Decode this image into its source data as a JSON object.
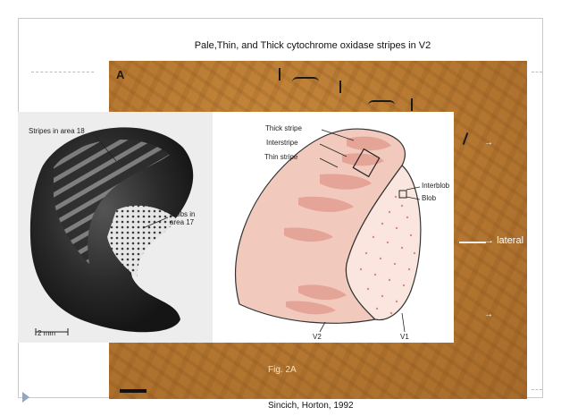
{
  "slide": {
    "title": "Pale,Thin, and Thick cytochrome oxidase stripes in V2",
    "citation": "Sincich, Horton, 1992"
  },
  "photo": {
    "panel_letter": "A",
    "direction_label": "lateral",
    "figure_label": "Fig. 2A"
  },
  "inset_left": {
    "stripes_label": "Stripes in area 18",
    "blobs_label": "Blobs in\narea 17",
    "scalebar_label": "2 mm"
  },
  "inset_right": {
    "labels": {
      "thick": "Thick stripe",
      "inter": "Interstripe",
      "thin": "Thin stripe",
      "interblob": "Interblob",
      "blob": "Blob",
      "v2": "V2",
      "v1": "V1"
    },
    "colors": {
      "v2_fill": "#f2c9bd",
      "v1_fill": "#fae6de",
      "stripe": "#e4a497",
      "blob": "#d98a84"
    }
  }
}
